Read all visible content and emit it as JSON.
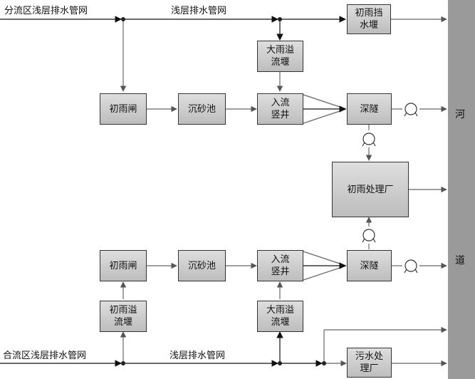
{
  "labels": {
    "top_left": "分流区浅层排水管网",
    "top_mid": "浅层排水管网",
    "bottom_left": "合流区浅层排水管网",
    "bottom_mid": "浅层排水管网"
  },
  "river": {
    "char1": "河",
    "char2": "道"
  },
  "boxes": {
    "top_weir": "初雨挡\n水堰",
    "top_overflow": "大雨溢\n流堰",
    "top_gate": "初雨闸",
    "top_grit": "沉砂池",
    "top_shaft": "入流\n竖井",
    "top_tunnel": "深隧",
    "plant": "初雨处理厂",
    "bottom_gate": "初雨闸",
    "bottom_grit": "沉砂池",
    "bottom_shaft": "入流\n竖井",
    "bottom_tunnel": "深隧",
    "bottom_initial_overflow": "初雨溢\n流堰",
    "bottom_overflow": "大雨溢\n流堰",
    "sewage_plant": "污水处\n理厂"
  }
}
